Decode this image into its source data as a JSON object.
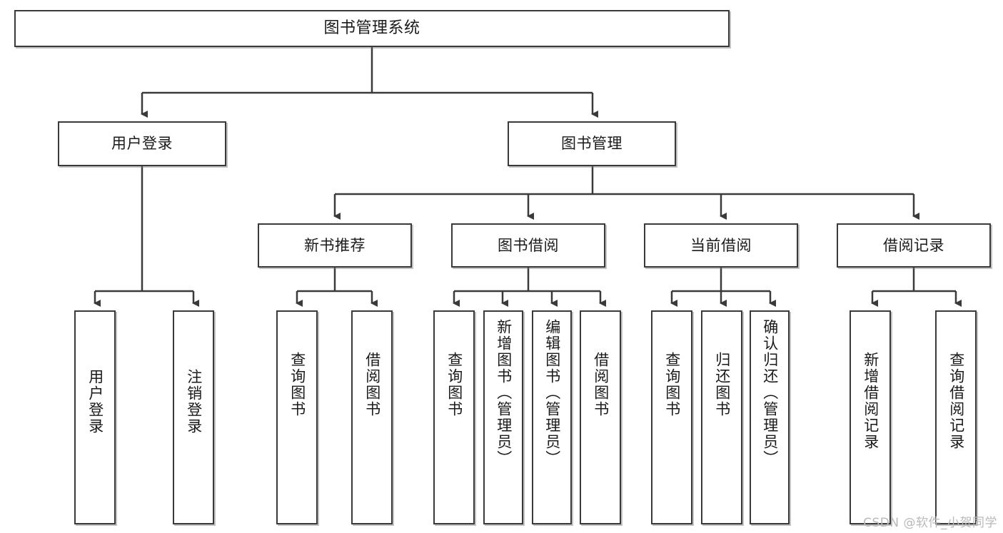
{
  "diagram": {
    "type": "tree",
    "title": "图书管理系统",
    "root": {
      "label": "图书管理系统"
    },
    "level2": [
      {
        "label": "用户登录"
      },
      {
        "label": "图书管理"
      }
    ],
    "level3": [
      {
        "label": "新书推荐"
      },
      {
        "label": "图书借阅"
      },
      {
        "label": "当前借阅"
      },
      {
        "label": "借阅记录"
      }
    ],
    "leaves": {
      "user_login": [
        {
          "label": "用户登录"
        },
        {
          "label": "注销登录"
        }
      ],
      "new_book": [
        {
          "label": "查询图书"
        },
        {
          "label": "借阅图书"
        }
      ],
      "book_borrow": [
        {
          "label": "查询图书"
        },
        {
          "label": "新增图书（管理员）"
        },
        {
          "label": "编辑图书（管理员）"
        },
        {
          "label": "借阅图书"
        }
      ],
      "current_borrow": [
        {
          "label": "查询图书"
        },
        {
          "label": "归还图书"
        },
        {
          "label": "确认归还（管理员）"
        }
      ],
      "borrow_record": [
        {
          "label": "新增借阅记录"
        },
        {
          "label": "查询借阅记录"
        }
      ]
    }
  },
  "watermark": {
    "text": "CSDN @软件_小贺同学"
  },
  "colors": {
    "box_border": "#3a3a3a",
    "background": "#ffffff",
    "text": "#1a1a1a",
    "watermark": "#b9b9b9"
  }
}
